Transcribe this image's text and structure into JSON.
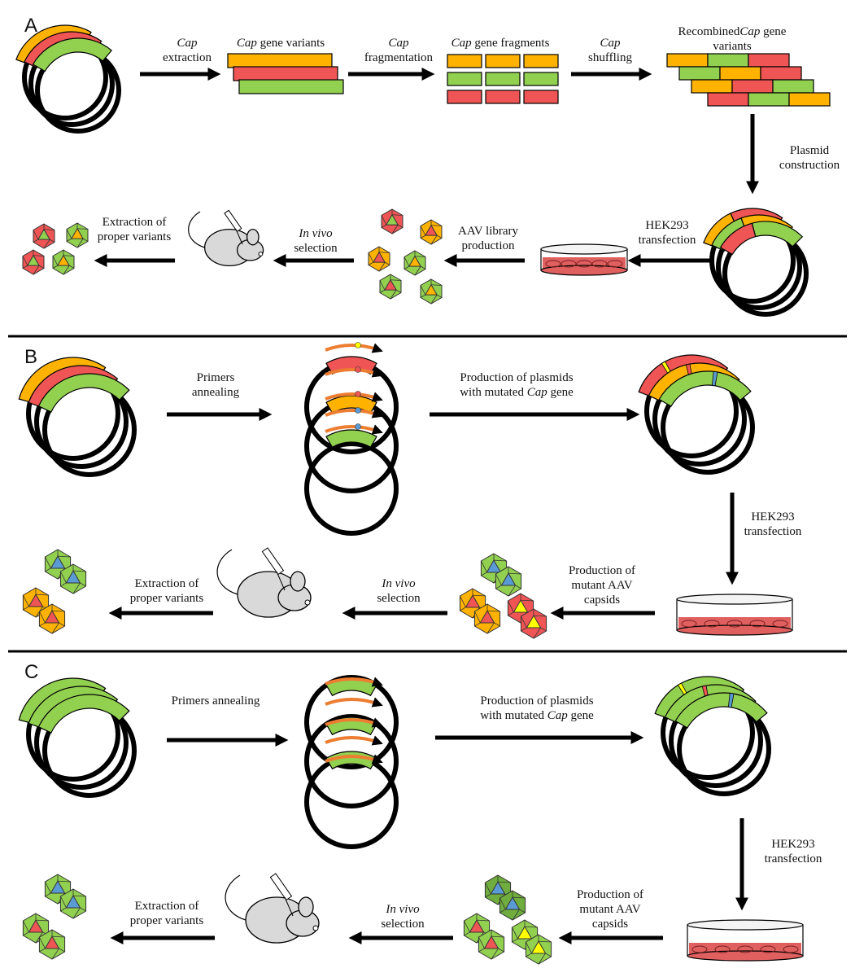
{
  "colors": {
    "orange": "#FFB300",
    "red": "#F05555",
    "green": "#92D050",
    "dark_green": "#6FAE3E",
    "blue": "#5B9BD5",
    "yellow": "#FFFF00",
    "mouse": "#D9D9D9",
    "dish_medium": "#E06060"
  },
  "panels": {
    "A": {
      "letter": "A",
      "extract_1": "Cap",
      "extract_2": "extraction",
      "variants_1": "Cap",
      "variants_2": "gene variants",
      "frag_1": "Cap",
      "frag_2": "fragmentation",
      "fragments_1": "Cap",
      "fragments_2": "gene fragments",
      "shuffle_1": "Cap",
      "shuffle_2": "shuffling",
      "recomb_1a": "Recombined",
      "recomb_1b": "Cap",
      "recomb_1c": "gene",
      "recomb_2": "variants",
      "plasmid_1": "Plasmid",
      "plasmid_2": "construction",
      "hek_1": "HEK293",
      "hek_2": "transfection",
      "aav_1": "AAV library",
      "aav_2": "production",
      "invivo_1": "In vivo",
      "invivo_2": "selection",
      "extraction_1": "Extraction of",
      "extraction_2": "proper variants"
    },
    "B": {
      "letter": "B",
      "primers_1": "Primers",
      "primers_2": "annealing",
      "prod_1": "Production of plasmids",
      "prod_2a": "with mutated",
      "prod_2b": "Cap",
      "prod_2c": "gene",
      "hek_1": "HEK293",
      "hek_2": "transfection",
      "mutant_1": "Production of",
      "mutant_2": "mutant AAV",
      "mutant_3": "capsids",
      "invivo_1": "In vivo",
      "invivo_2": "selection",
      "extraction_1": "Extraction of",
      "extraction_2": "proper variants"
    },
    "C": {
      "letter": "C",
      "primers": "Primers annealing",
      "prod_1": "Production of plasmids",
      "prod_2a": "with mutated",
      "prod_2b": "Cap",
      "prod_2c": "gene",
      "hek_1": "HEK293",
      "hek_2": "transfection",
      "mutant_1": "Production of",
      "mutant_2": "mutant AAV",
      "mutant_3": "capsids",
      "invivo_1": "In vivo",
      "invivo_2": "selection",
      "extraction_1": "Extraction of",
      "extraction_2": "proper variants"
    }
  }
}
